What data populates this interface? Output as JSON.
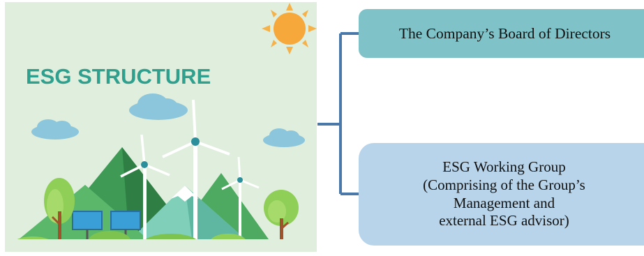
{
  "illustration": {
    "headline": "ESG STRUCTURE",
    "headline_color": "#2f9f8e",
    "background_color": "#dfeedd",
    "sun_color": "#f6a83a"
  },
  "diagram": {
    "connector_color": "#4a78a8",
    "nodes": [
      {
        "lines": [
          "The Company’s Board of Directors"
        ],
        "color": "#7fc3c8"
      },
      {
        "lines": [
          "ESG Working Group",
          "(Comprising of the Group’s",
          "Management and",
          "external ESG advisor)"
        ],
        "color": "#b7d4ea"
      }
    ]
  }
}
